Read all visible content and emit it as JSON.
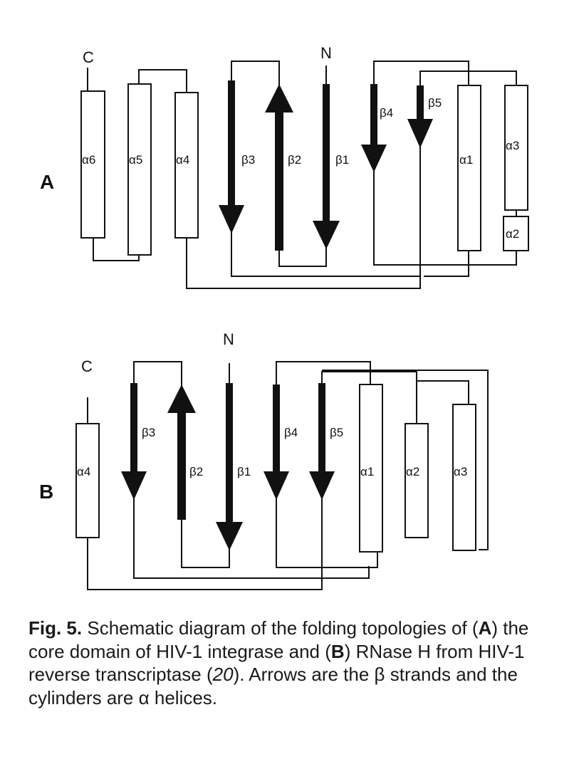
{
  "panels": [
    {
      "label": "A",
      "c_label": "C",
      "n_label": "N",
      "labels": {
        "a6": "α6",
        "a5": "α5",
        "a4": "α4",
        "b3": "β3",
        "b2": "β2",
        "b1": "β1",
        "b4": "β4",
        "b5": "β5",
        "a1": "α1",
        "a3": "α3",
        "a2": "α2"
      }
    },
    {
      "label": "B",
      "c_label": "C",
      "n_label": "N",
      "labels": {
        "a4": "α4",
        "b3": "β3",
        "b2": "β2",
        "b1": "β1",
        "b4": "β4",
        "b5": "β5",
        "a1": "α1",
        "a2": "α2",
        "a3": "α3"
      }
    }
  ],
  "caption": {
    "fig": "Fig. 5.",
    "t1": " Schematic diagram of the folding topologies of (",
    "a": "A",
    "t2": ") the core domain of HIV-1 integrase and (",
    "b": "B",
    "t3": ") RNase H from HIV-1 reverse transcriptase (",
    "ref": "20",
    "t4": "). Arrows are the β strands and the cylinders are α helices."
  }
}
